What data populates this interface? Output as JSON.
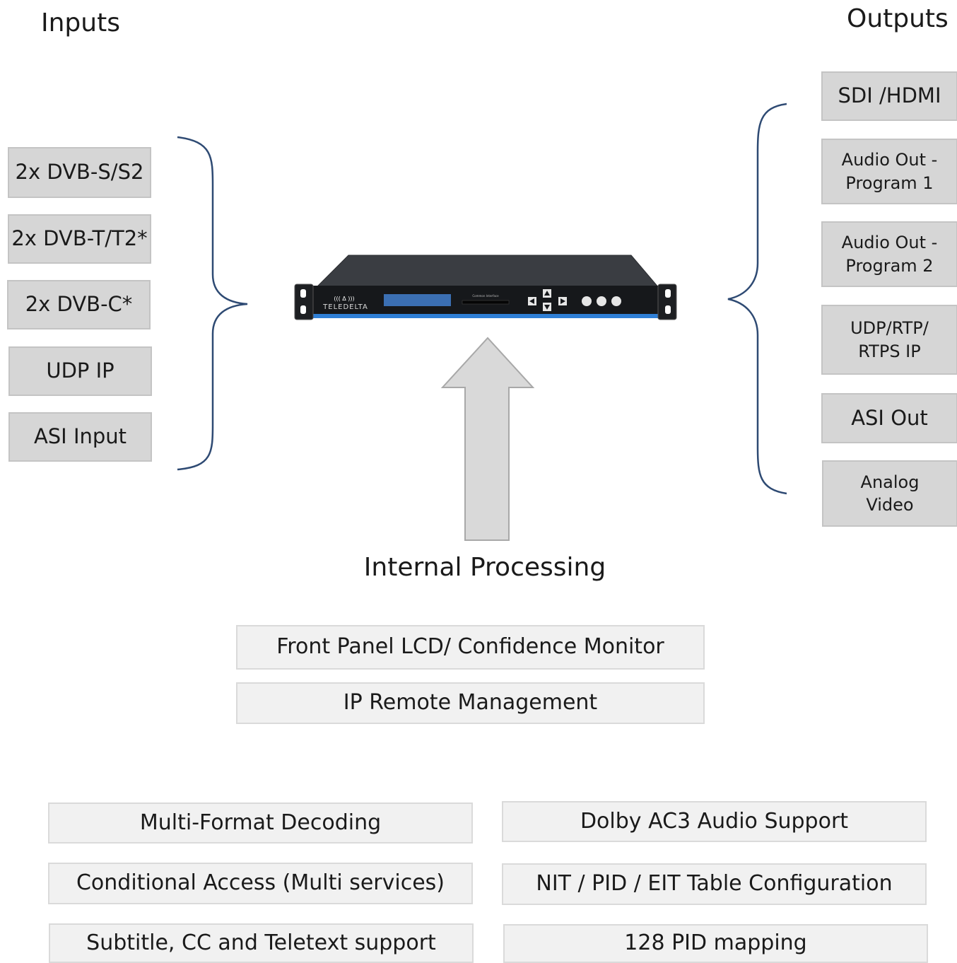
{
  "inputs_heading": "Inputs",
  "outputs_heading": "Outputs",
  "inputs": [
    "2x DVB-S/S2",
    "2x DVB-T/T2*",
    "2x DVB-C*",
    "UDP IP",
    "ASI Input"
  ],
  "outputs": [
    "SDI /HDMI",
    "Audio Out - Program 1",
    "Audio Out - Program 2",
    "UDP/RTP/ RTPS IP",
    "ASI Out",
    "Analog Video"
  ],
  "device": {
    "brand": "TELEDELTA",
    "slot_label": "Common Interface"
  },
  "processing_label": "Internal Processing",
  "management": [
    "Front Panel LCD/ Confidence Monitor",
    "IP Remote Management"
  ],
  "features_left": [
    "Multi-Format Decoding",
    "Conditional Access (Multi services)",
    "Subtitle, CC and Teletext support"
  ],
  "features_right": [
    "Dolby AC3 Audio Support",
    "NIT / PID / EIT Table Configuration",
    "128 PID mapping"
  ],
  "colors": {
    "brace": "#2e4a73",
    "box_dark": "#d6d6d6",
    "box_light": "#f1f1f1",
    "arrow": "#d9d9d9",
    "device_accent": "#2f7fd6"
  }
}
